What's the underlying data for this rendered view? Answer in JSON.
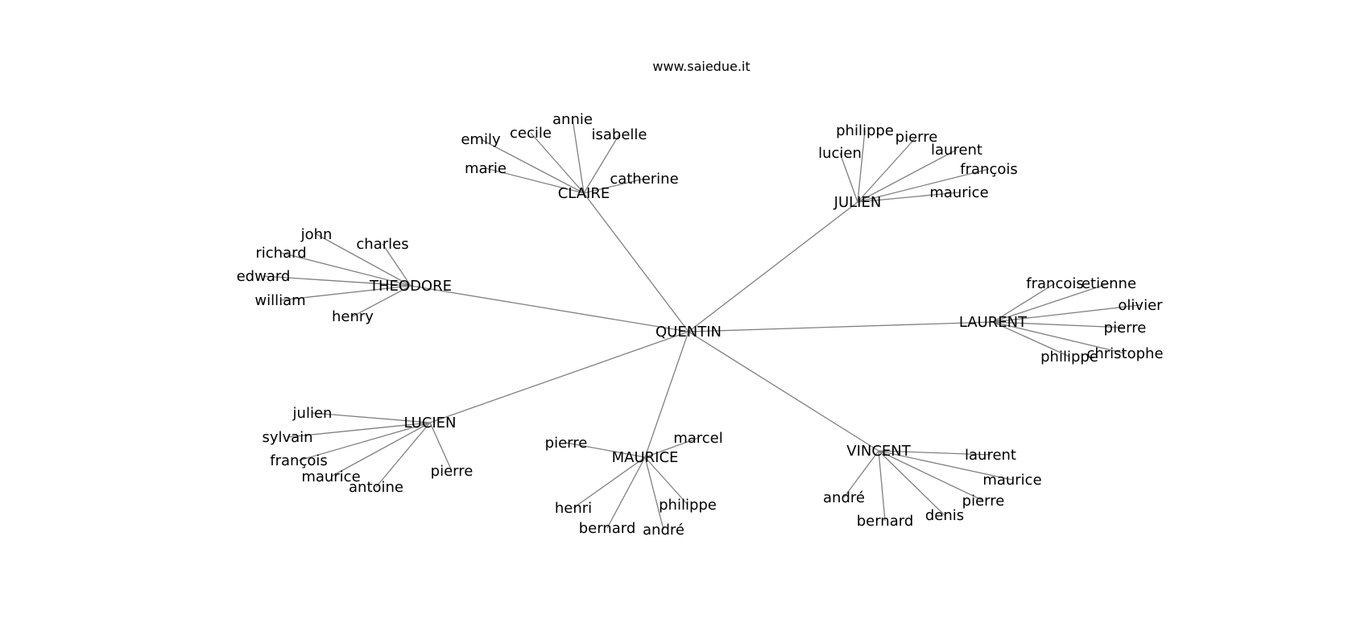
{
  "title": "www.saiedue.it",
  "colors": {
    "edge": "#808080",
    "text": "#000000",
    "background": "#ffffff"
  },
  "root": "QUENTIN",
  "groups": [
    {
      "name": "CLAIRE",
      "children": [
        "annie",
        "cecile",
        "emily",
        "isabelle",
        "marie",
        "catherine"
      ]
    },
    {
      "name": "JULIEN",
      "children": [
        "philippe",
        "pierre",
        "lucien",
        "laurent",
        "françois",
        "maurice"
      ]
    },
    {
      "name": "THEODORE",
      "children": [
        "john",
        "charles",
        "richard",
        "edward",
        "william",
        "henry"
      ]
    },
    {
      "name": "LAURENT",
      "children": [
        "francois",
        "etienne",
        "olivier",
        "pierre",
        "christophe",
        "philippe"
      ]
    },
    {
      "name": "LUCIEN",
      "children": [
        "julien",
        "sylvain",
        "françois",
        "maurice",
        "antoine",
        "pierre"
      ]
    },
    {
      "name": "MAURICE",
      "children": [
        "marcel",
        "pierre",
        "philippe",
        "henri",
        "bernard",
        "andré"
      ]
    },
    {
      "name": "VINCENT",
      "children": [
        "laurent",
        "maurice",
        "andré",
        "pierre",
        "denis",
        "bernard"
      ]
    }
  ]
}
